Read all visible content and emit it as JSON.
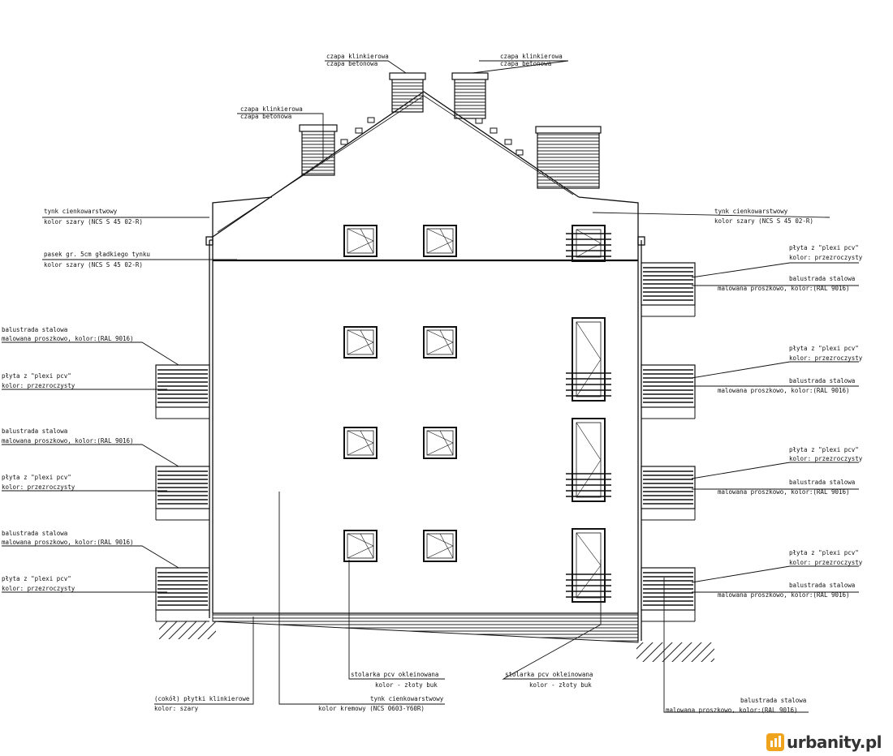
{
  "labels": {
    "chimney_top_left": [
      "czapa klinkierowa",
      "czapa betonowa"
    ],
    "chimney_top_right": [
      "czapa klinkierowa",
      "czapa betonowa"
    ],
    "chimney_side": [
      "czapa klinkierowa",
      "czapa betonowa"
    ],
    "gable_left": [
      "tynk cienkowarstwowy",
      "kolor szary (NCS S 45 02-R)"
    ],
    "gable_right": [
      "tynk cienkowarstwowy",
      "kolor szary (NCS S 45 02-R)"
    ],
    "strip": [
      "pasek gr. 5cm gładkiego tynku",
      "kolor szary (NCS S 45 02-R)"
    ],
    "left_balustrade_1": [
      "balustrada stalowa",
      "malowana proszkowo, kolor:(RAL 9016)"
    ],
    "left_pcv_1": [
      "płyta z \"plexi pcv\"",
      "kolor: przezroczysty"
    ],
    "left_balustrade_2": [
      "balustrada stalowa",
      "malowana proszkowo, kolor:(RAL 9016)"
    ],
    "left_pcv_2": [
      "płyta z \"plexi pcv\"",
      "kolor: przezroczysty"
    ],
    "left_balustrade_3": [
      "balustrada stalowa",
      "malowana proszkowo, kolor:(RAL 9016)"
    ],
    "left_pcv_3": [
      "płyta z \"plexi pcv\"",
      "kolor: przezroczysty"
    ],
    "right_pcv_1": [
      "płyta z \"plexi pcv\"",
      "kolor: przezroczysty"
    ],
    "right_balustrade_1": [
      "balustrada stalowa",
      "malowana proszkowo, kolor:(RAL 9016)"
    ],
    "right_pcv_2": [
      "płyta z \"plexi pcv\"",
      "kolor: przezroczysty"
    ],
    "right_balustrade_2": [
      "balustrada stalowa",
      "malowana proszkowo, kolor:(RAL 9016)"
    ],
    "right_pcv_3": [
      "płyta z \"plexi pcv\"",
      "kolor: przezroczysty"
    ],
    "right_balustrade_3": [
      "balustrada stalowa",
      "malowana proszkowo, kolor:(RAL 9016)"
    ],
    "right_pcv_4": [
      "płyta z \"plexi pcv\"",
      "kolor: przezroczysty"
    ],
    "right_balustrade_4": [
      "balustrada stalowa",
      "malowana proszkowo, kolor:(RAL 9016)"
    ],
    "plinth": [
      "(cokół) płytki klinkierowe",
      "kolor: szary"
    ],
    "render_main": [
      "tynk cienkowarstwowy",
      "kolor kremowy (NCS 0603-Y60R)"
    ],
    "joinery_left": [
      "stolarka pcv okleinowana",
      "kolor - złoty buk"
    ],
    "joinery_right": [
      "stolarka pcv okleinowana",
      "kolor - złoty buk"
    ],
    "bottom_balustrade": [
      "balustrada stalowa",
      "malowana proszkowo, kolor:(RAL 9016)"
    ]
  },
  "logo": {
    "text": "urbanity.pl"
  },
  "colors": {
    "ink": "#111111",
    "logo_orange": "#f0a31c"
  }
}
